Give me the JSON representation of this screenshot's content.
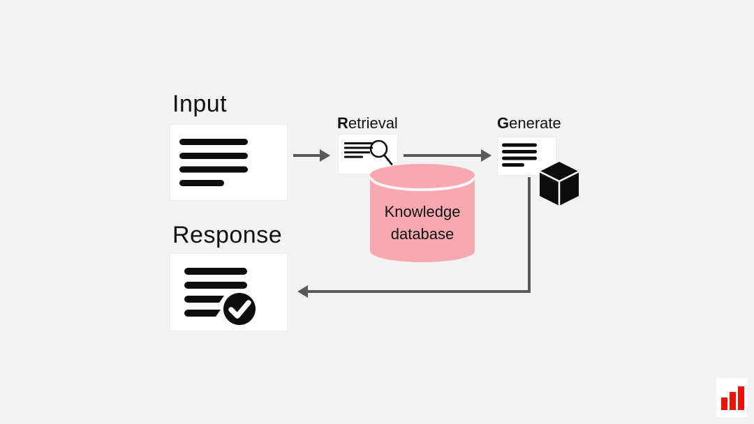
{
  "colors": {
    "background": "#f2f2f2",
    "arrow": "#58595b",
    "box_bg": "#ffffff",
    "icon_black": "#0d0d0d",
    "db_pink": "#f8a9b0",
    "db_stroke_white": "#fdf5f5",
    "logo_red": "#ec1309",
    "text": "#111111"
  },
  "diagram": {
    "input": {
      "label": "Input"
    },
    "retrieval": {
      "label_bold": "R",
      "label_rest": "etrieval"
    },
    "generate": {
      "label_bold": "G",
      "label_rest": "enerate"
    },
    "database": {
      "line1": "Knowledge",
      "line2": "database"
    },
    "response": {
      "label": "Response"
    }
  },
  "icons": {
    "input": "document-lines-icon",
    "retrieval": "document-search-icon",
    "generate": "document-lines-icon",
    "model": "cube-icon",
    "response": "document-check-icon",
    "logo": "bar-chart-logo-icon"
  }
}
